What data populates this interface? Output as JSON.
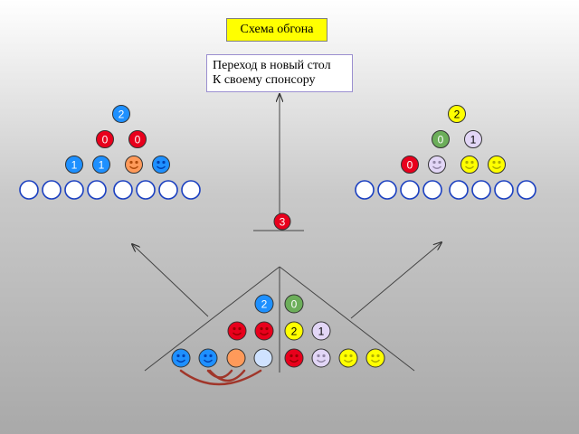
{
  "title": "Схема обгона",
  "sponsor_note": {
    "line1": "Переход в новый стол",
    "line2": "К своему спонсору"
  },
  "colors": {
    "blue": "#1e90ff",
    "red": "#e8001c",
    "green": "#6cae5a",
    "lavender": "#e2d6f6",
    "orange": "#ff9a5a",
    "yellow": "#ffff00",
    "light_blue": "#cfe2ff",
    "empty": "#ffffff",
    "arc": "#a0362a"
  },
  "center_node": {
    "label": "3",
    "color": "red"
  },
  "left_table": {
    "rows": [
      [
        {
          "kind": "number",
          "label": "2",
          "color": "blue"
        }
      ],
      [
        {
          "kind": "number",
          "label": "0",
          "color": "red"
        },
        {
          "kind": "number",
          "label": "0",
          "color": "red"
        }
      ],
      [
        {
          "kind": "number",
          "label": "1",
          "color": "blue"
        },
        {
          "kind": "number",
          "label": "1",
          "color": "blue"
        },
        {
          "kind": "smiley",
          "color": "orange"
        },
        {
          "kind": "smiley",
          "color": "blue"
        }
      ],
      [
        {
          "kind": "empty"
        },
        {
          "kind": "empty"
        },
        {
          "kind": "empty"
        },
        {
          "kind": "empty"
        },
        {
          "kind": "empty"
        },
        {
          "kind": "empty"
        },
        {
          "kind": "empty"
        },
        {
          "kind": "empty"
        }
      ]
    ]
  },
  "right_table": {
    "rows": [
      [
        {
          "kind": "number",
          "label": "2",
          "color": "yellow"
        }
      ],
      [
        {
          "kind": "number",
          "label": "0",
          "color": "green"
        },
        {
          "kind": "number",
          "label": "1",
          "color": "lavender"
        }
      ],
      [
        {
          "kind": "number",
          "label": "0",
          "color": "red"
        },
        {
          "kind": "smiley",
          "color": "lavender"
        },
        {
          "kind": "smiley",
          "color": "yellow"
        },
        {
          "kind": "smiley",
          "color": "yellow"
        }
      ],
      [
        {
          "kind": "empty"
        },
        {
          "kind": "empty"
        },
        {
          "kind": "empty"
        },
        {
          "kind": "empty"
        },
        {
          "kind": "empty"
        },
        {
          "kind": "empty"
        },
        {
          "kind": "empty"
        },
        {
          "kind": "empty"
        }
      ]
    ]
  },
  "bottom_table": {
    "rows": [
      [
        {
          "kind": "number",
          "label": "2",
          "color": "blue"
        },
        {
          "kind": "number",
          "label": "0",
          "color": "green"
        }
      ],
      [
        {
          "kind": "smiley",
          "color": "red"
        },
        {
          "kind": "smiley",
          "color": "red"
        },
        {
          "kind": "number",
          "label": "2",
          "color": "yellow"
        },
        {
          "kind": "number",
          "label": "1",
          "color": "lavender"
        }
      ],
      [
        {
          "kind": "smiley",
          "color": "blue"
        },
        {
          "kind": "smiley",
          "color": "blue"
        },
        {
          "kind": "plain",
          "color": "orange"
        },
        {
          "kind": "plain",
          "color": "light_blue"
        },
        {
          "kind": "smiley",
          "color": "red"
        },
        {
          "kind": "smiley",
          "color": "lavender"
        },
        {
          "kind": "smiley",
          "color": "yellow"
        },
        {
          "kind": "smiley",
          "color": "yellow"
        }
      ]
    ]
  }
}
